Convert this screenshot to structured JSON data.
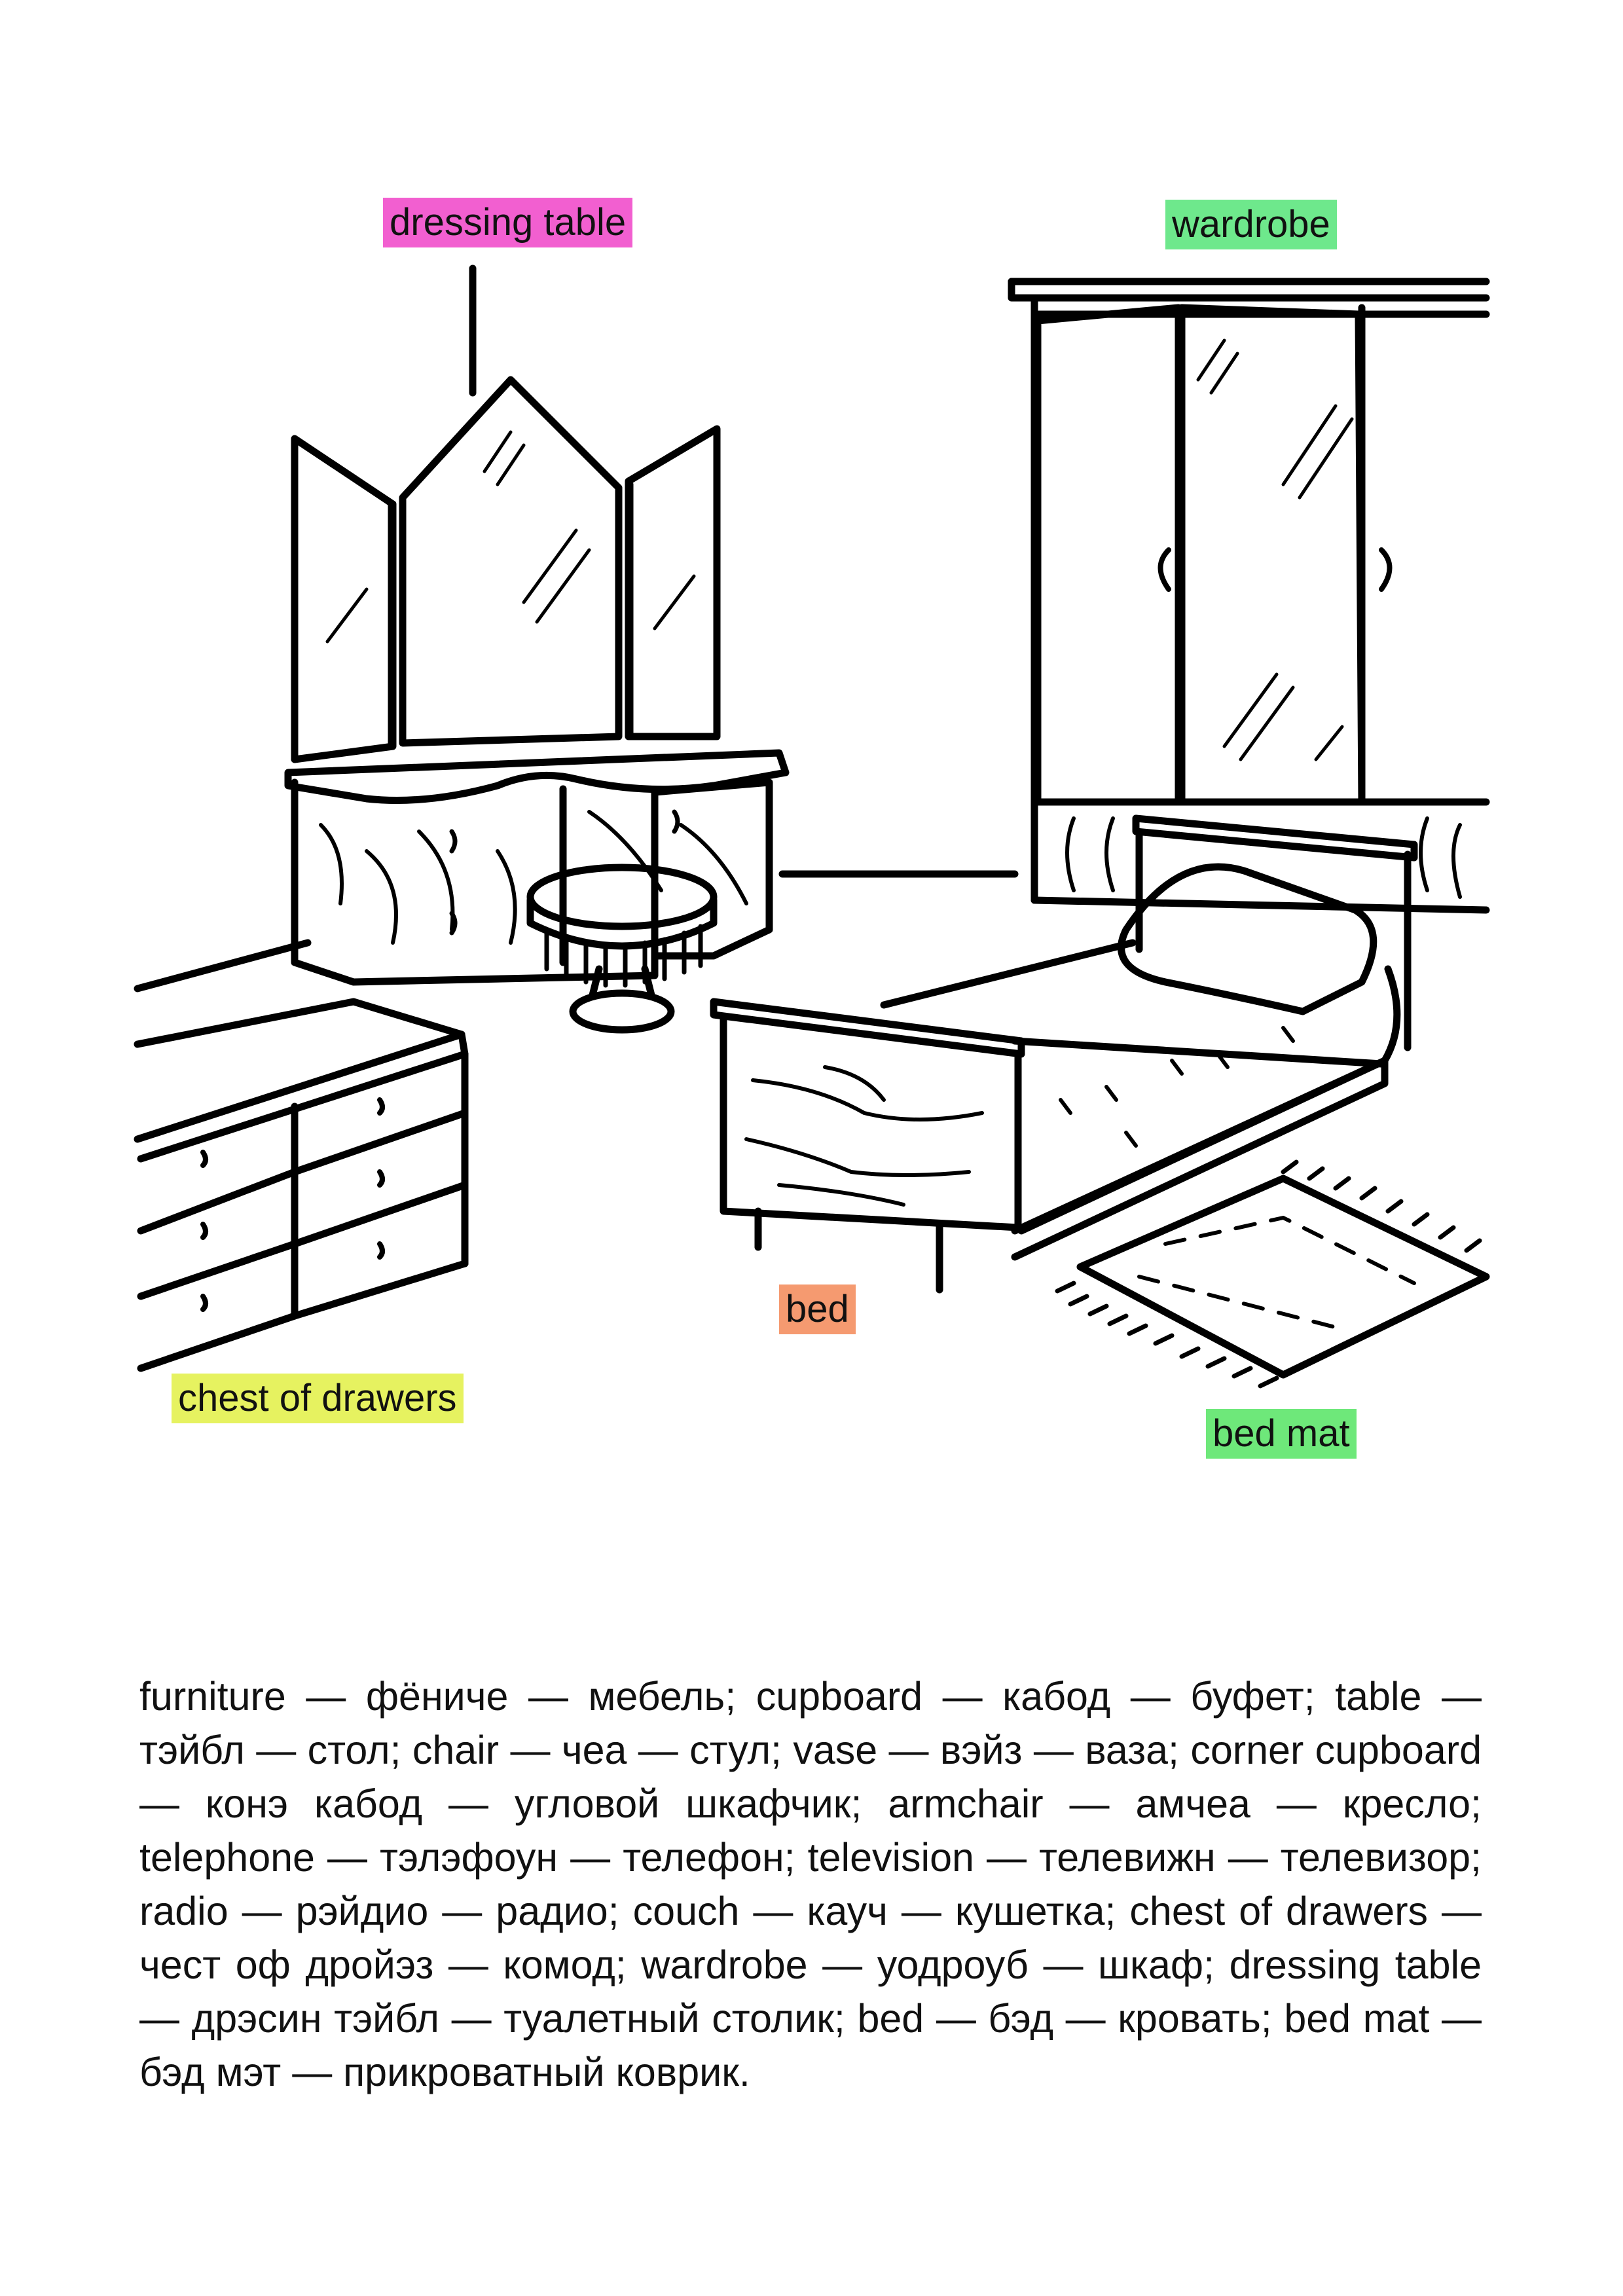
{
  "labels": {
    "dressing_table": {
      "text": "dressing table",
      "color": "#f25fd0"
    },
    "wardrobe": {
      "text": "wardrobe",
      "color": "#6ee88c"
    },
    "bed": {
      "text": "bed",
      "color": "#f59a70"
    },
    "chest_of_drawers": {
      "text": "chest of drawers",
      "color": "#e6f260"
    },
    "bed_mat": {
      "text": "bed mat",
      "color": "#6ee87a"
    }
  },
  "glossary_text": "furniture — фёниче — мебель; cupboard — кабод — буфет; table — тэйбл — стол; chair — чеа — стул; vase — вэйз — ваза; corner cupboard — конэ кабод — угловой шкафчик; armchair — амчеа — кресло; telephone — тэлэфоун — телефон; television — телевижн — телевизор; radio — рэйдио — радио; couch — кауч — кушетка; chest of drawers — чест оф дройэз — комод; wardrobe — уодроуб — шкаф; dressing table — дрэсин тэйбл — туалетный столик; bed — бэд — кровать; bed mat — бэд мэт — прикроватный коврик."
}
